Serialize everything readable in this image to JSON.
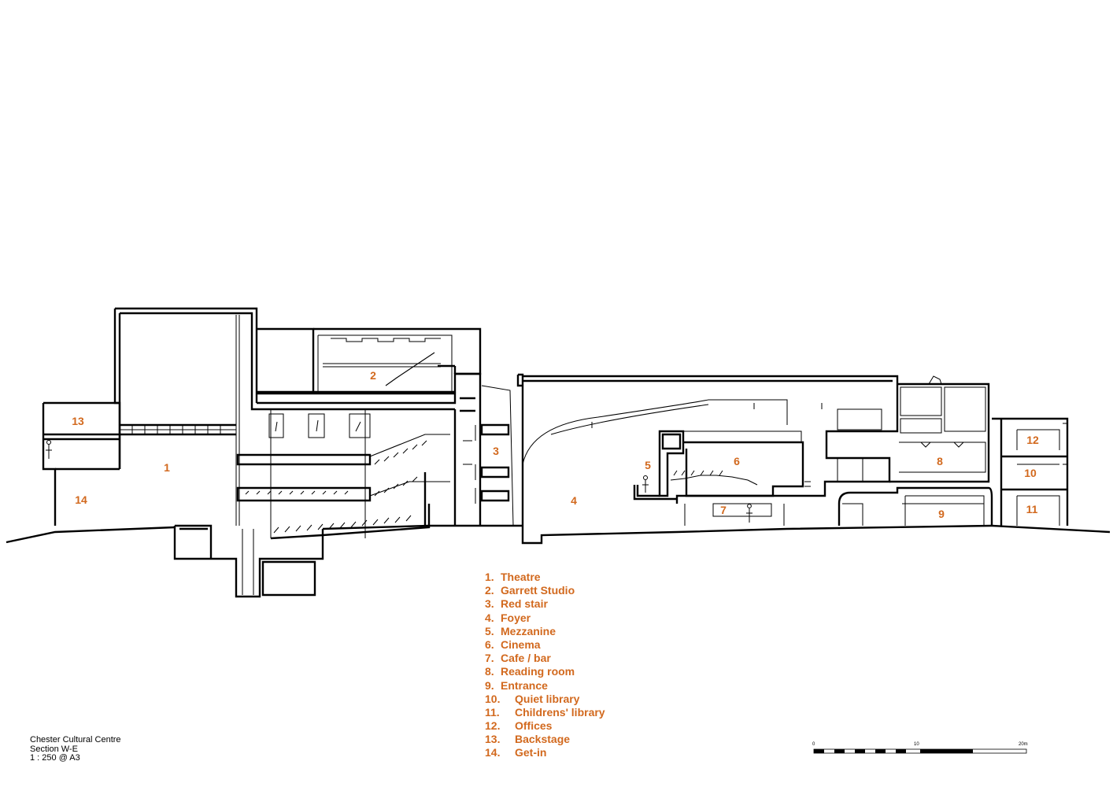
{
  "rooms": [
    {
      "n": "1",
      "name": "Theatre"
    },
    {
      "n": "2",
      "name": "Garrett Studio"
    },
    {
      "n": "3",
      "name": "Red stair"
    },
    {
      "n": "4",
      "name": "Foyer"
    },
    {
      "n": "5",
      "name": "Mezzanine"
    },
    {
      "n": "6",
      "name": "Cinema"
    },
    {
      "n": "7",
      "name": "Cafe / bar"
    },
    {
      "n": "8",
      "name": "Reading room"
    },
    {
      "n": "9",
      "name": "Entrance"
    },
    {
      "n": "10",
      "name": "Quiet library"
    },
    {
      "n": "11",
      "name": "Childrens' library"
    },
    {
      "n": "12",
      "name": "Offices"
    },
    {
      "n": "13",
      "name": "Backstage"
    },
    {
      "n": "14",
      "name": "Get-in"
    }
  ],
  "legend_numbers": [
    "1.",
    "2.",
    "3.",
    "4.",
    "5.",
    "6.",
    "7.",
    "8.",
    "9.",
    "10.",
    "11.",
    "12.",
    "13.",
    "14."
  ],
  "title_block": {
    "project": "Chester Cultural Centre",
    "drawing": "Section W-E",
    "scale": "1 : 250 @ A3"
  },
  "scale_bar": {
    "labels": [
      "0",
      "10",
      "20m"
    ]
  },
  "colors": {
    "label": "#d2691e",
    "line": "#000000"
  }
}
